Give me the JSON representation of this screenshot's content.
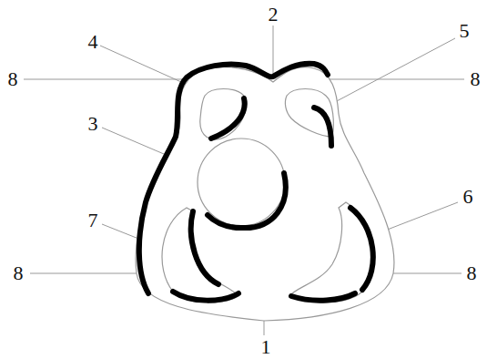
{
  "diagram": {
    "labels": [
      "2",
      "4",
      "5",
      "8",
      "8",
      "3",
      "6",
      "7",
      "8",
      "8",
      "1"
    ]
  }
}
